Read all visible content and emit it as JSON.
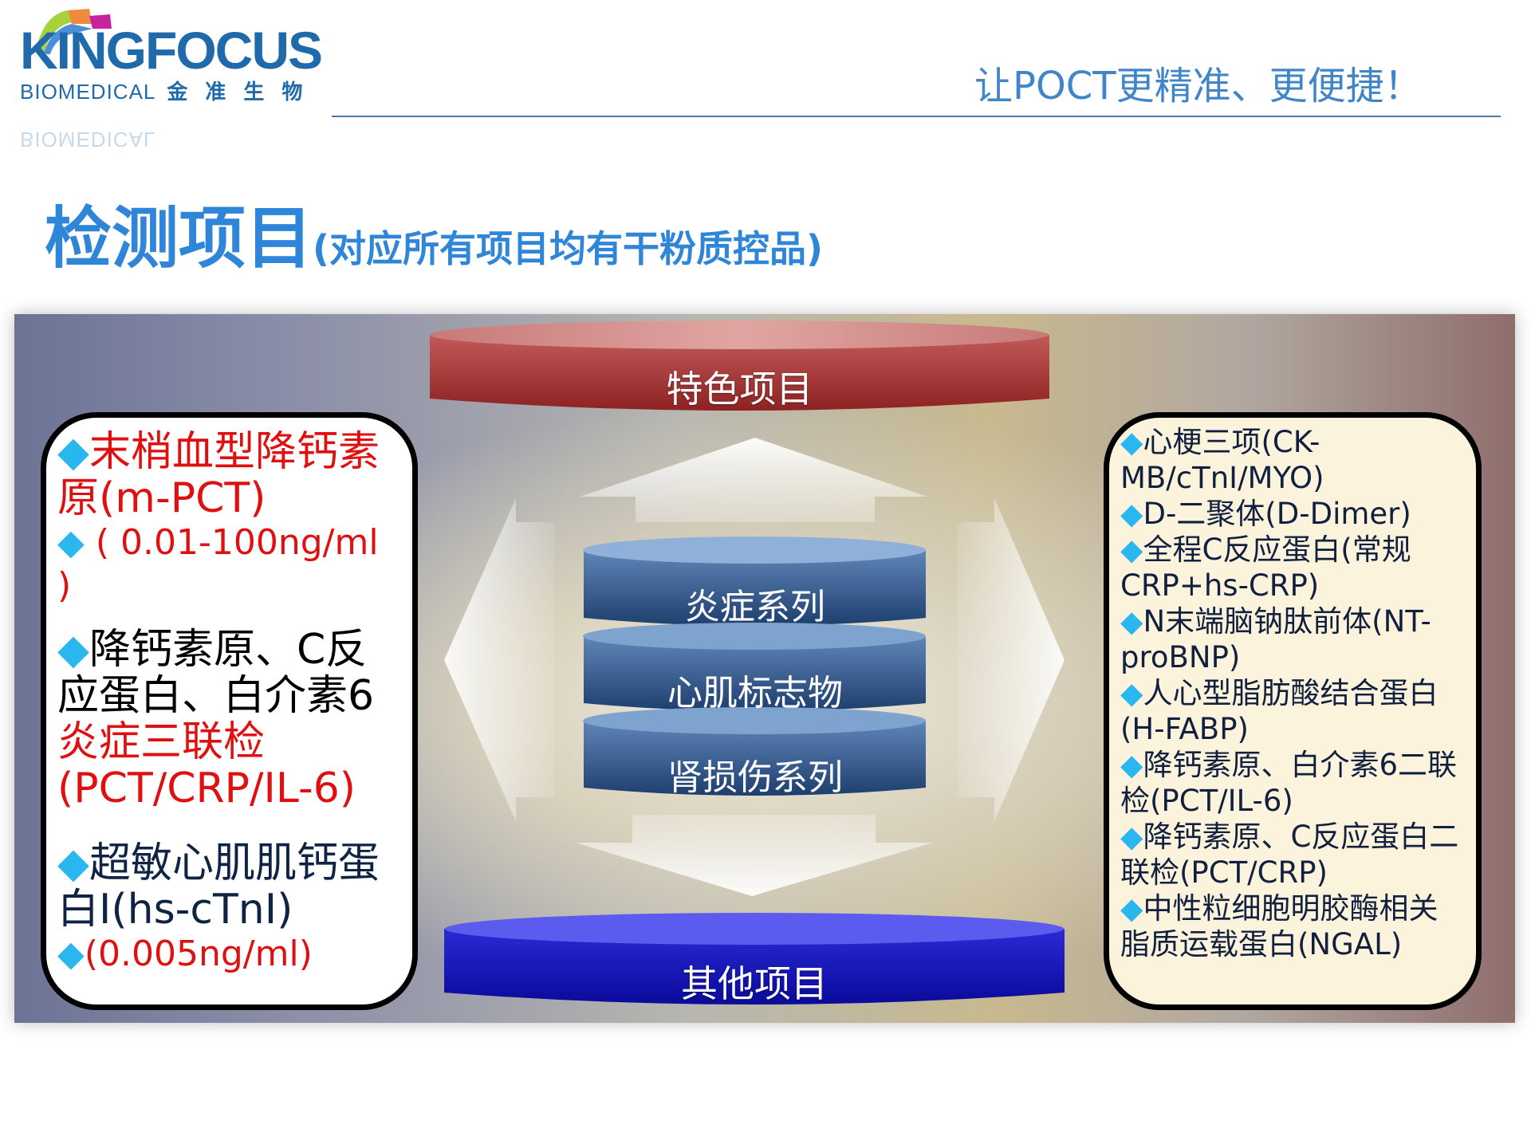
{
  "header": {
    "logo": {
      "brand": "KINGFOCUS",
      "subtitle": "BIOMEDICAL",
      "chinese": "金准生物",
      "colors": [
        "#a6d23c",
        "#f08a3c",
        "#c7239c",
        "#4a90d9",
        "#1f6aab"
      ]
    },
    "slogan": "让POCT更精准、更便捷！"
  },
  "page": {
    "title": "检测项目",
    "subtitle": "(对应所有项目均有干粉质控品)"
  },
  "diagram": {
    "top_label": "特色项目",
    "bottom_label": "其他项目",
    "stack": [
      "炎症系列",
      "心肌标志物",
      "肾损伤系列"
    ]
  },
  "left_box": {
    "item1_title": "末梢血型降钙素原(m-PCT)",
    "item1_range": "( 0.01-100ng/ml )",
    "item2_text": "降钙素原、C反应蛋白、白介素6",
    "item2_red": "炎症三联检(PCT/CRP/IL-6)",
    "item3_text": "超敏心肌肌钙蛋白I(hs-cTnI)",
    "item3_range": "(0.005ng/ml)"
  },
  "right_box": {
    "items": [
      "心梗三项(CK-MB/cTnI/MYO)",
      "D-二聚体(D-Dimer)",
      "全程C反应蛋白(常规CRP+hs-CRP)",
      "N末端脑钠肽前体(NT-proBNP)",
      "人心型脂肪酸结合蛋白(H-FABP)",
      "降钙素原、白介素6二联检(PCT/IL-6)",
      "降钙素原、C反应蛋白二联检(PCT/CRP)",
      "中性粒细胞明胶酶相关脂质运载蛋白(NGAL)"
    ]
  },
  "bullet": "◆",
  "colors": {
    "accent_blue": "#2f86d8",
    "red": "#e01010",
    "bullet": "#2ab7f0"
  }
}
